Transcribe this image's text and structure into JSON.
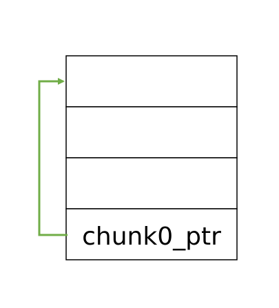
{
  "diagram": {
    "cells": [
      {
        "label": ""
      },
      {
        "label": ""
      },
      {
        "label": ""
      },
      {
        "label": "chunk0_ptr"
      }
    ],
    "arrow": {
      "from_cell": 3,
      "to_cell": 0,
      "color": "#70AD47"
    },
    "colors": {
      "border": "#000000",
      "background": "#ffffff",
      "text": "#000000"
    }
  }
}
